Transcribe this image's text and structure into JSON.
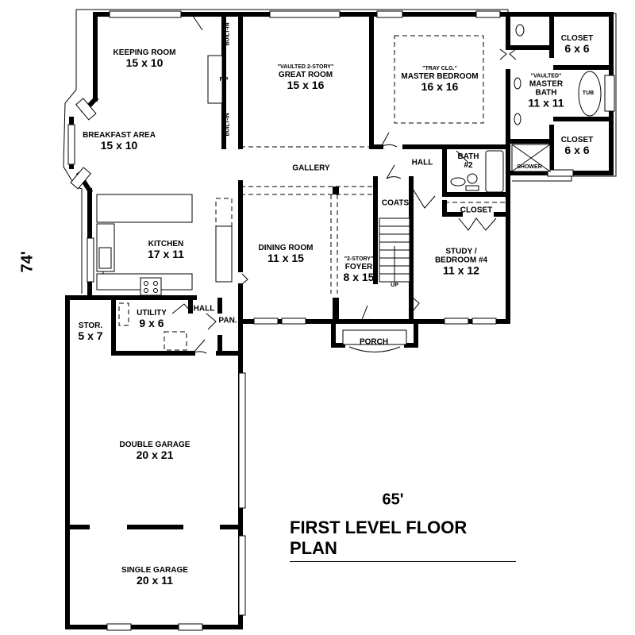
{
  "plan": {
    "title": "FIRST LEVEL FLOOR PLAN",
    "width_dimension": "65'",
    "depth_dimension": "74'"
  },
  "rooms": {
    "keeping_room": {
      "name": "KEEPING ROOM",
      "size": "15 x 10"
    },
    "breakfast_area": {
      "name": "BREAKFAST AREA",
      "size": "15 x 10"
    },
    "great_room": {
      "note": "\"VAULTED 2-STORY\"",
      "name": "GREAT ROOM",
      "size": "15 x 16"
    },
    "master_bedroom": {
      "note": "\"TRAY CLG.\"",
      "name": "MASTER BEDROOM",
      "size": "16 x 16"
    },
    "closet_top": {
      "name": "CLOSET",
      "size": "6 x 6"
    },
    "master_bath": {
      "note": "\"VAULTED\"",
      "name_line1": "MASTER",
      "name_line2": "BATH",
      "size": "11 x 11"
    },
    "closet_bottom": {
      "name": "CLOSET",
      "size": "6 x 6"
    },
    "gallery": {
      "name": "GALLERY"
    },
    "hall_upper": {
      "name": "HALL"
    },
    "bath2": {
      "name_line1": "BATH",
      "name_line2": "#2"
    },
    "kitchen": {
      "name": "KITCHEN",
      "size": "17 x 11"
    },
    "dining_room": {
      "name": "DINING ROOM",
      "size": "11 x 15"
    },
    "foyer": {
      "note": "\"2-STORY\"",
      "name": "FOYER",
      "size": "8 x 15"
    },
    "coats": {
      "name": "COATS"
    },
    "closet_study": {
      "name": "CLOSET"
    },
    "study": {
      "name_line1": "STUDY /",
      "name_line2": "BEDROOM #4",
      "size": "11 x 12"
    },
    "storage": {
      "name": "STOR.",
      "size": "5 x 7"
    },
    "utility": {
      "name": "UTILITY",
      "size": "9 x 6"
    },
    "hall_lower": {
      "name": "HALL"
    },
    "pantry": {
      "name": "PAN."
    },
    "porch": {
      "name": "PORCH"
    },
    "double_garage": {
      "name": "DOUBLE GARAGE",
      "size": "20 x 21"
    },
    "single_garage": {
      "name": "SINGLE GARAGE",
      "size": "20 x 11"
    }
  },
  "fixtures": {
    "fireplace": "F/P",
    "built_in_upper": "BUILT-IN",
    "built_in_lower": "BUILT-IN",
    "tub": "TUB",
    "shower": "SHOWER",
    "stairs_up": "UP"
  }
}
